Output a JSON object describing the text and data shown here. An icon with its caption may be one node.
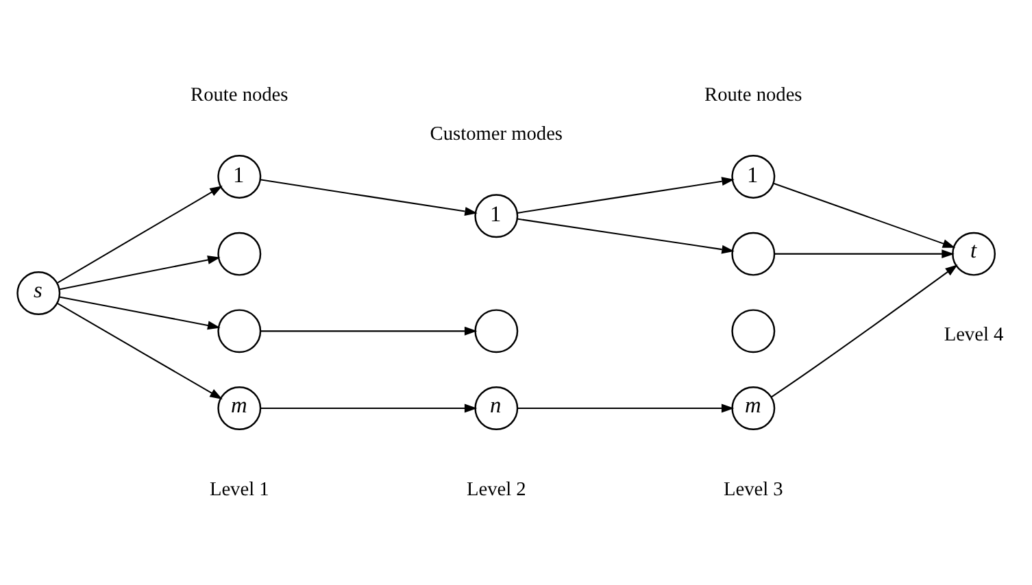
{
  "diagram": {
    "nodes": [
      {
        "text": [
          "s"
        ]
      },
      {
        "text": [
          "1"
        ]
      },
      {
        "text": [],
        "shape": "circle"
      },
      {
        "text": [],
        "shape": "circle"
      },
      {
        "text": [
          "m"
        ]
      },
      {
        "text": [
          "1"
        ]
      },
      {
        "text": [],
        "shape": "circle"
      },
      {
        "text": [
          "n"
        ]
      },
      {
        "text": [
          "1"
        ]
      },
      {
        "text": [],
        "shape": "circle"
      },
      {
        "text": [],
        "shape": "circle"
      },
      {
        "text": [
          "m"
        ]
      },
      {
        "text": [
          "t"
        ]
      }
    ],
    "edges": [
      {
        "from": 0,
        "to": 1,
        "arrow": "to"
      },
      {
        "from": 0,
        "to": 2,
        "arrow": "to"
      },
      {
        "from": 0,
        "to": 3,
        "arrow": "to"
      },
      {
        "from": 0,
        "to": 4,
        "arrow": "to"
      },
      {
        "from": 1,
        "to": 5,
        "arrow": "to"
      },
      {
        "from": 3,
        "to": 6,
        "arrow": "to"
      },
      {
        "from": 4,
        "to": 7,
        "arrow": "to"
      },
      {
        "from": 5,
        "to": 8,
        "arrow": "to"
      },
      {
        "from": 5,
        "to": 9,
        "arrow": "to"
      },
      {
        "from": 7,
        "to": 11,
        "arrow": "to"
      },
      {
        "from": 8,
        "to": 12,
        "arrow": "to"
      },
      {
        "from": 9,
        "to": 12,
        "arrow": "to"
      },
      {
        "from": 11,
        "to": 12,
        "arrow": "to"
      }
    ],
    "labels": [
      "Route nodes",
      "Customer modes",
      "Route nodes",
      "Level 1",
      "Level 2",
      "Level 3",
      "Level 4"
    ]
  }
}
